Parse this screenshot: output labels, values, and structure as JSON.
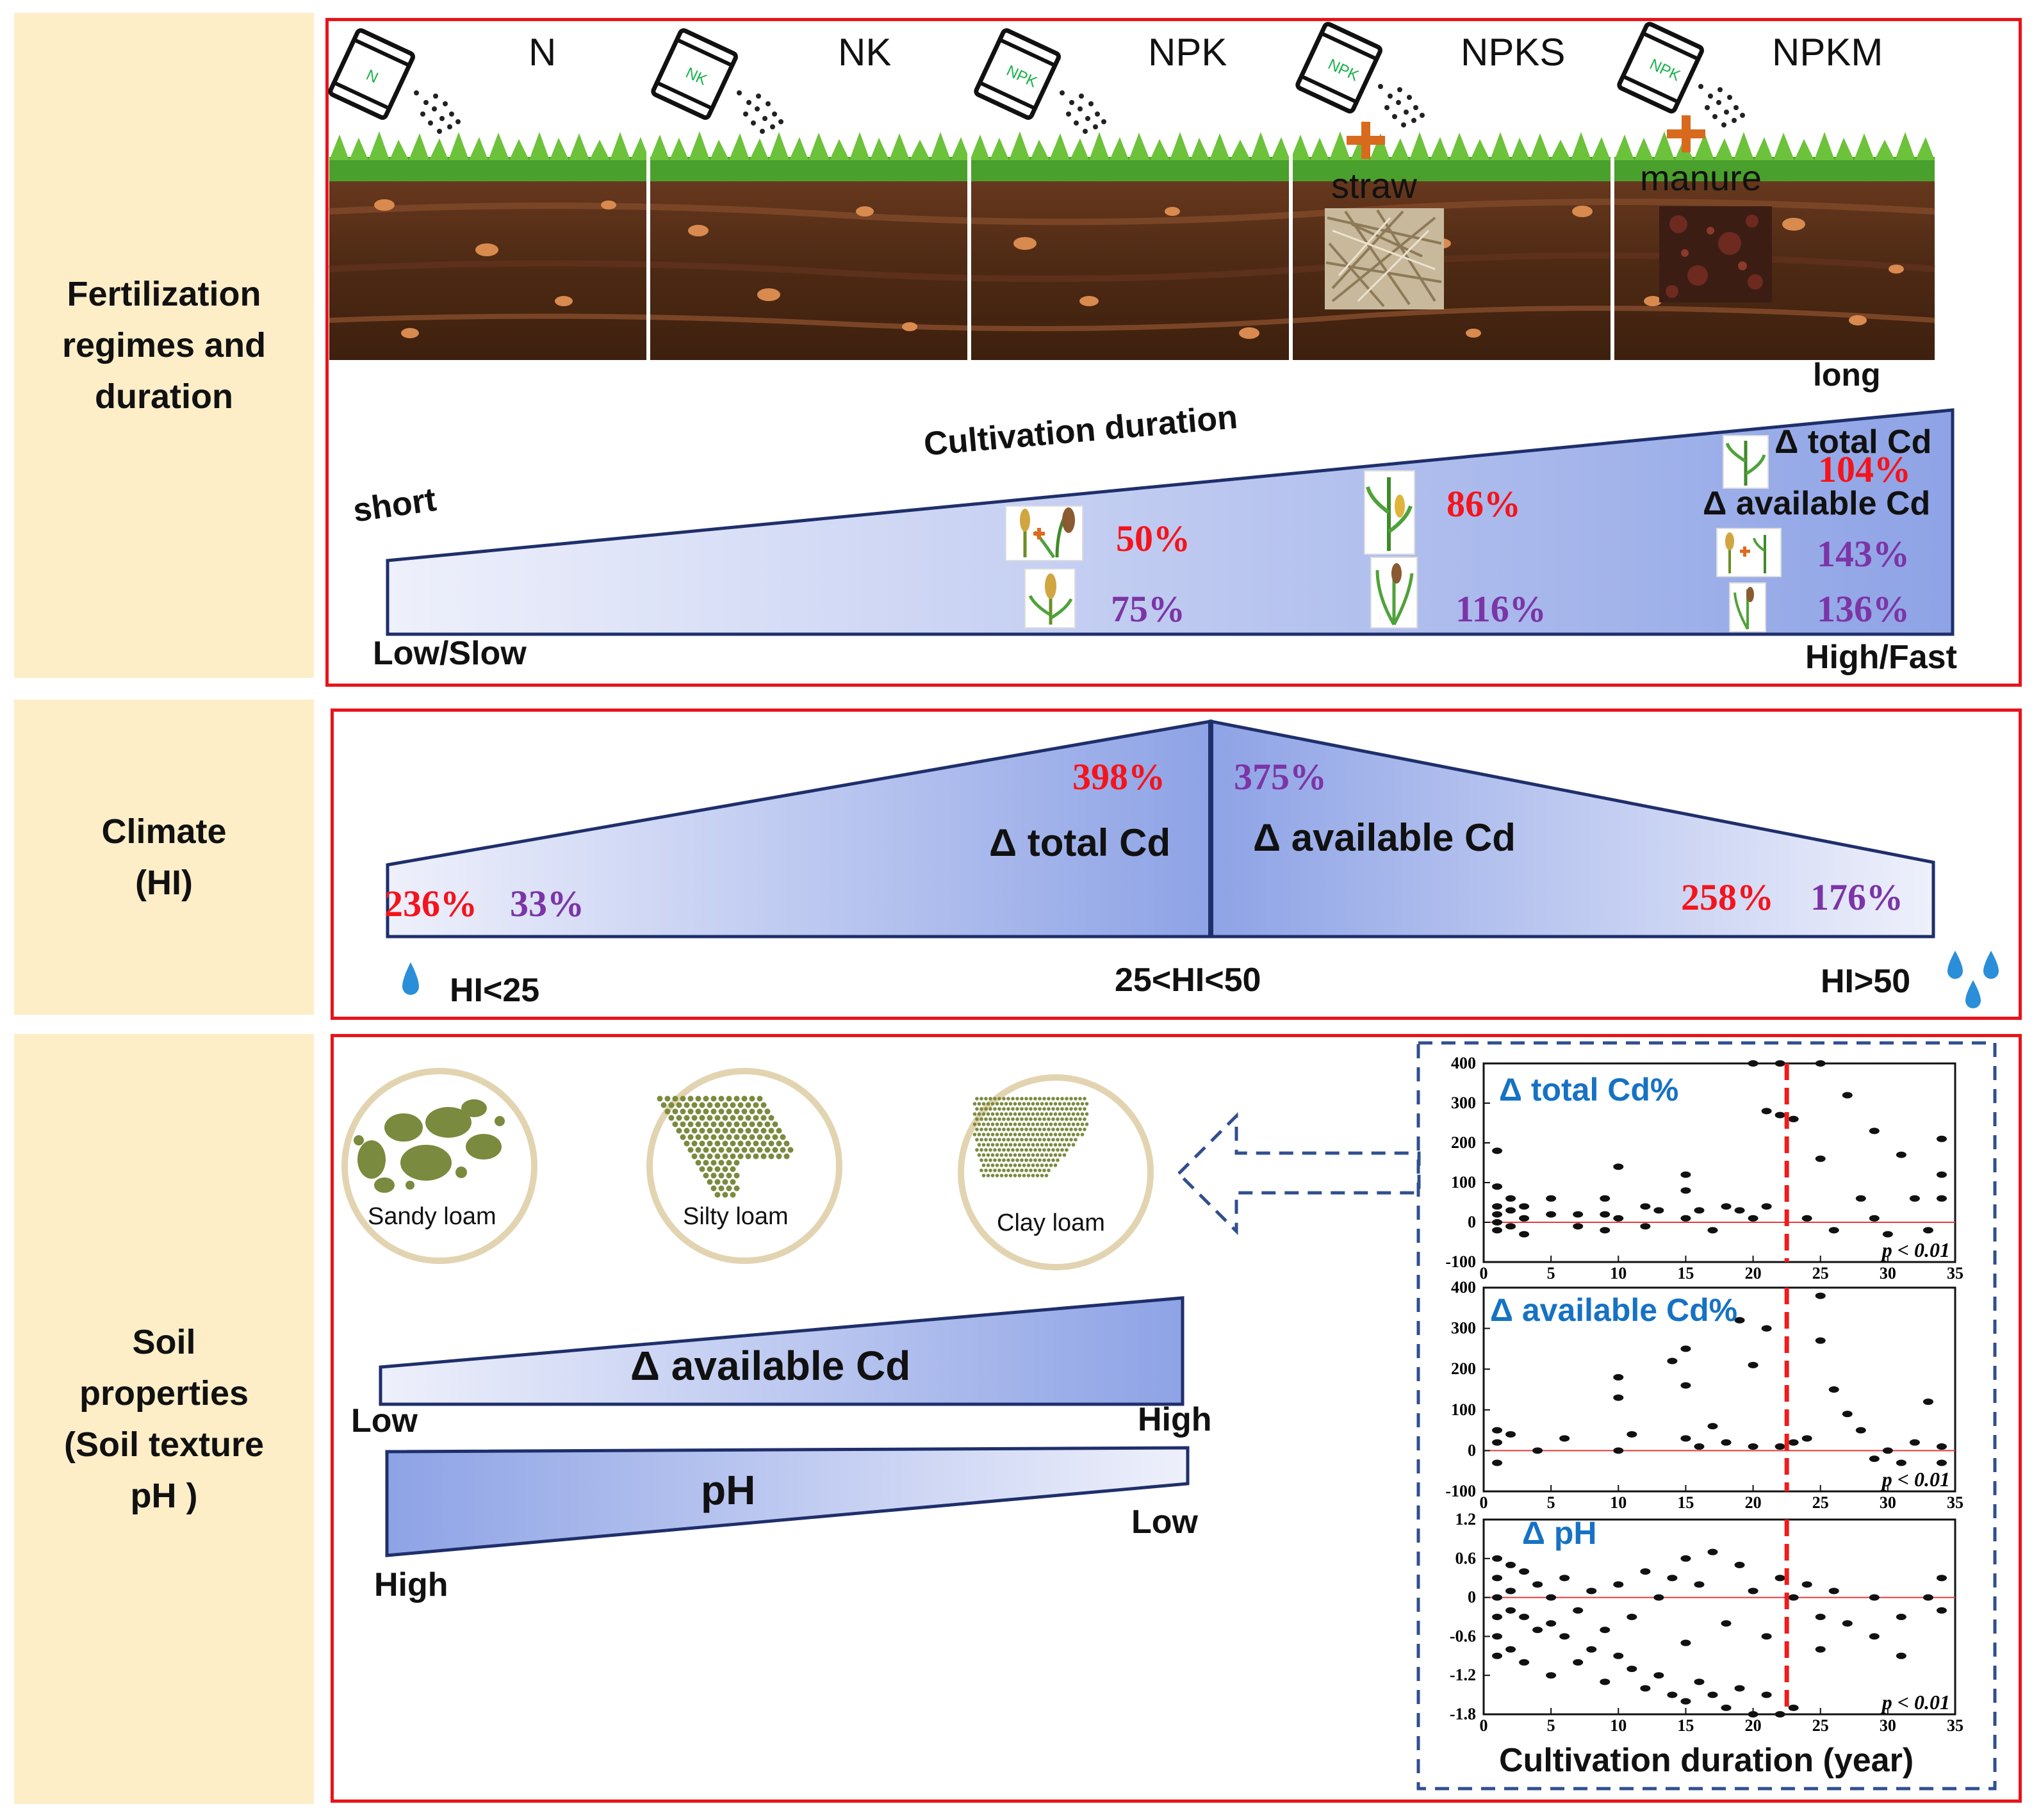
{
  "sections": {
    "fertilization": {
      "label_lines": [
        "Fertilization",
        "regimes and",
        "duration"
      ]
    },
    "climate": {
      "label_lines": [
        "Climate",
        "(HI)"
      ]
    },
    "soil": {
      "label_lines": [
        "Soil",
        "properties",
        "(Soil texture",
        "pH )"
      ]
    }
  },
  "fertilization": {
    "regimes": [
      {
        "name": "N",
        "bag_label": "N"
      },
      {
        "name": "NK",
        "bag_label": "NK"
      },
      {
        "name": "NPK",
        "bag_label": "NPK"
      },
      {
        "name": "NPKS",
        "bag_label": "NPK",
        "addition": "straw"
      },
      {
        "name": "NPKM",
        "bag_label": "NPK",
        "addition": "manure"
      }
    ],
    "duration_axis": {
      "title": "Cultivation duration",
      "start": "short",
      "end": "long",
      "low": "Low/Slow",
      "high": "High/Fast"
    },
    "legend": {
      "total": "Δ total Cd",
      "available": "Δ available Cd"
    },
    "values": {
      "total_1": "50%",
      "available_1": "75%",
      "total_2": "86%",
      "available_2": "116%",
      "total_3": "104%",
      "available_3a": "143%",
      "available_3b": "136%"
    }
  },
  "climate": {
    "labels": {
      "total": "Δ total Cd",
      "available": "Δ available Cd"
    },
    "values": {
      "left_total": "236%",
      "left_available": "33%",
      "mid_total": "398%",
      "mid_available": "375%",
      "right_total": "258%",
      "right_available": "176%"
    },
    "zones": {
      "left": "HI<25",
      "mid": "25<HI<50",
      "right": "HI>50"
    }
  },
  "soil": {
    "textures": [
      "Sandy loam",
      "Silty loam",
      "Clay loam"
    ],
    "available_bar": {
      "label": "Δ available Cd",
      "low": "Low",
      "high": "High"
    },
    "ph_bar": {
      "label": "pH",
      "high": "High",
      "low": "Low"
    }
  },
  "chart_data": [
    {
      "type": "scatter",
      "title": "Δ total Cd%",
      "xlim": [
        0,
        35
      ],
      "ylim": [
        -100,
        400
      ],
      "xticks": [
        0,
        5,
        10,
        15,
        20,
        25,
        30,
        35
      ],
      "yticks": [
        -100,
        0,
        100,
        200,
        300,
        400
      ],
      "annotation": "p < 0.01",
      "breakpoint_x": 22.5,
      "points": [
        [
          1,
          180
        ],
        [
          1,
          90
        ],
        [
          1,
          40
        ],
        [
          1,
          20
        ],
        [
          1,
          0
        ],
        [
          1,
          -20
        ],
        [
          2,
          60
        ],
        [
          2,
          30
        ],
        [
          2,
          -10
        ],
        [
          3,
          40
        ],
        [
          3,
          10
        ],
        [
          3,
          -30
        ],
        [
          5,
          60
        ],
        [
          5,
          20
        ],
        [
          7,
          20
        ],
        [
          7,
          -10
        ],
        [
          9,
          60
        ],
        [
          9,
          20
        ],
        [
          9,
          -20
        ],
        [
          10,
          140
        ],
        [
          10,
          10
        ],
        [
          12,
          40
        ],
        [
          12,
          -10
        ],
        [
          13,
          30
        ],
        [
          15,
          120
        ],
        [
          15,
          80
        ],
        [
          15,
          10
        ],
        [
          16,
          30
        ],
        [
          17,
          -20
        ],
        [
          18,
          40
        ],
        [
          19,
          30
        ],
        [
          20,
          400
        ],
        [
          20,
          10
        ],
        [
          21,
          280
        ],
        [
          21,
          40
        ],
        [
          22,
          400
        ],
        [
          22,
          270
        ],
        [
          23,
          260
        ],
        [
          24,
          10
        ],
        [
          25,
          400
        ],
        [
          25,
          160
        ],
        [
          26,
          -20
        ],
        [
          27,
          320
        ],
        [
          28,
          60
        ],
        [
          29,
          230
        ],
        [
          29,
          10
        ],
        [
          30,
          -30
        ],
        [
          31,
          170
        ],
        [
          32,
          60
        ],
        [
          33,
          -20
        ],
        [
          34,
          210
        ],
        [
          34,
          120
        ],
        [
          34,
          60
        ]
      ]
    },
    {
      "type": "scatter",
      "title": "Δ available Cd%",
      "xlim": [
        0,
        35
      ],
      "ylim": [
        -100,
        400
      ],
      "xticks": [
        0,
        5,
        10,
        15,
        20,
        25,
        30,
        35
      ],
      "yticks": [
        -100,
        0,
        100,
        200,
        300,
        400
      ],
      "annotation": "p < 0.01",
      "breakpoint_x": 22.5,
      "points": [
        [
          1,
          50
        ],
        [
          1,
          20
        ],
        [
          1,
          -30
        ],
        [
          2,
          40
        ],
        [
          4,
          0
        ],
        [
          6,
          30
        ],
        [
          10,
          180
        ],
        [
          10,
          130
        ],
        [
          10,
          0
        ],
        [
          11,
          40
        ],
        [
          14,
          220
        ],
        [
          15,
          250
        ],
        [
          15,
          160
        ],
        [
          15,
          30
        ],
        [
          16,
          10
        ],
        [
          17,
          60
        ],
        [
          18,
          20
        ],
        [
          19,
          320
        ],
        [
          20,
          210
        ],
        [
          20,
          10
        ],
        [
          21,
          300
        ],
        [
          22,
          10
        ],
        [
          23,
          20
        ],
        [
          24,
          30
        ],
        [
          25,
          380
        ],
        [
          25,
          270
        ],
        [
          26,
          150
        ],
        [
          27,
          90
        ],
        [
          28,
          50
        ],
        [
          29,
          -20
        ],
        [
          30,
          0
        ],
        [
          31,
          -30
        ],
        [
          32,
          20
        ],
        [
          33,
          120
        ],
        [
          34,
          10
        ],
        [
          34,
          -30
        ]
      ]
    },
    {
      "type": "scatter",
      "title": "Δ pH",
      "xlim": [
        0,
        35
      ],
      "ylim": [
        -1.8,
        1.2
      ],
      "xticks": [
        0,
        5,
        10,
        15,
        20,
        25,
        30,
        35
      ],
      "yticks": [
        -1.8,
        -1.2,
        -0.6,
        0.0,
        0.6,
        1.2
      ],
      "annotation": "p < 0.01",
      "breakpoint_x": 22.5,
      "points": [
        [
          1,
          0.6
        ],
        [
          1,
          0.3
        ],
        [
          1,
          0.0
        ],
        [
          1,
          -0.3
        ],
        [
          1,
          -0.6
        ],
        [
          1,
          -0.9
        ],
        [
          2,
          0.5
        ],
        [
          2,
          0.1
        ],
        [
          2,
          -0.2
        ],
        [
          2,
          -0.8
        ],
        [
          3,
          0.4
        ],
        [
          3,
          -0.3
        ],
        [
          3,
          -1.0
        ],
        [
          4,
          0.2
        ],
        [
          4,
          -0.5
        ],
        [
          5,
          0.0
        ],
        [
          5,
          -0.4
        ],
        [
          5,
          -1.2
        ],
        [
          6,
          0.3
        ],
        [
          6,
          -0.6
        ],
        [
          7,
          -0.2
        ],
        [
          7,
          -1.0
        ],
        [
          8,
          0.1
        ],
        [
          8,
          -0.8
        ],
        [
          9,
          -0.5
        ],
        [
          9,
          -1.3
        ],
        [
          10,
          0.2
        ],
        [
          10,
          -0.9
        ],
        [
          11,
          -0.3
        ],
        [
          11,
          -1.1
        ],
        [
          12,
          0.4
        ],
        [
          12,
          -1.4
        ],
        [
          13,
          0.0
        ],
        [
          13,
          -1.2
        ],
        [
          14,
          0.3
        ],
        [
          14,
          -1.5
        ],
        [
          15,
          0.6
        ],
        [
          15,
          -0.7
        ],
        [
          15,
          -1.6
        ],
        [
          16,
          0.2
        ],
        [
          16,
          -1.3
        ],
        [
          17,
          0.7
        ],
        [
          17,
          -1.5
        ],
        [
          18,
          -0.4
        ],
        [
          18,
          -1.7
        ],
        [
          19,
          0.5
        ],
        [
          19,
          -1.4
        ],
        [
          20,
          0.1
        ],
        [
          20,
          -1.8
        ],
        [
          21,
          -0.6
        ],
        [
          21,
          -1.5
        ],
        [
          22,
          0.3
        ],
        [
          22,
          -1.8
        ],
        [
          23,
          0.0
        ],
        [
          23,
          -1.7
        ],
        [
          24,
          0.2
        ],
        [
          25,
          -0.3
        ],
        [
          25,
          -0.8
        ],
        [
          26,
          0.1
        ],
        [
          27,
          -0.4
        ],
        [
          29,
          0.0
        ],
        [
          29,
          -0.6
        ],
        [
          31,
          -0.3
        ],
        [
          31,
          -0.9
        ],
        [
          33,
          0.0
        ],
        [
          34,
          -0.2
        ],
        [
          34,
          0.3
        ]
      ]
    }
  ],
  "chart_xlabel": "Cultivation duration (year)",
  "colors": {
    "frame": "#e8141b",
    "side": "#fdeec8",
    "gradient_light": "#eef0fb",
    "gradient_dark": "#8ea3e6",
    "red_value": "#f4141c",
    "purple_value": "#7b35a6",
    "chart_title": "#1672c4",
    "dashed_frame": "#2f4f8f"
  }
}
